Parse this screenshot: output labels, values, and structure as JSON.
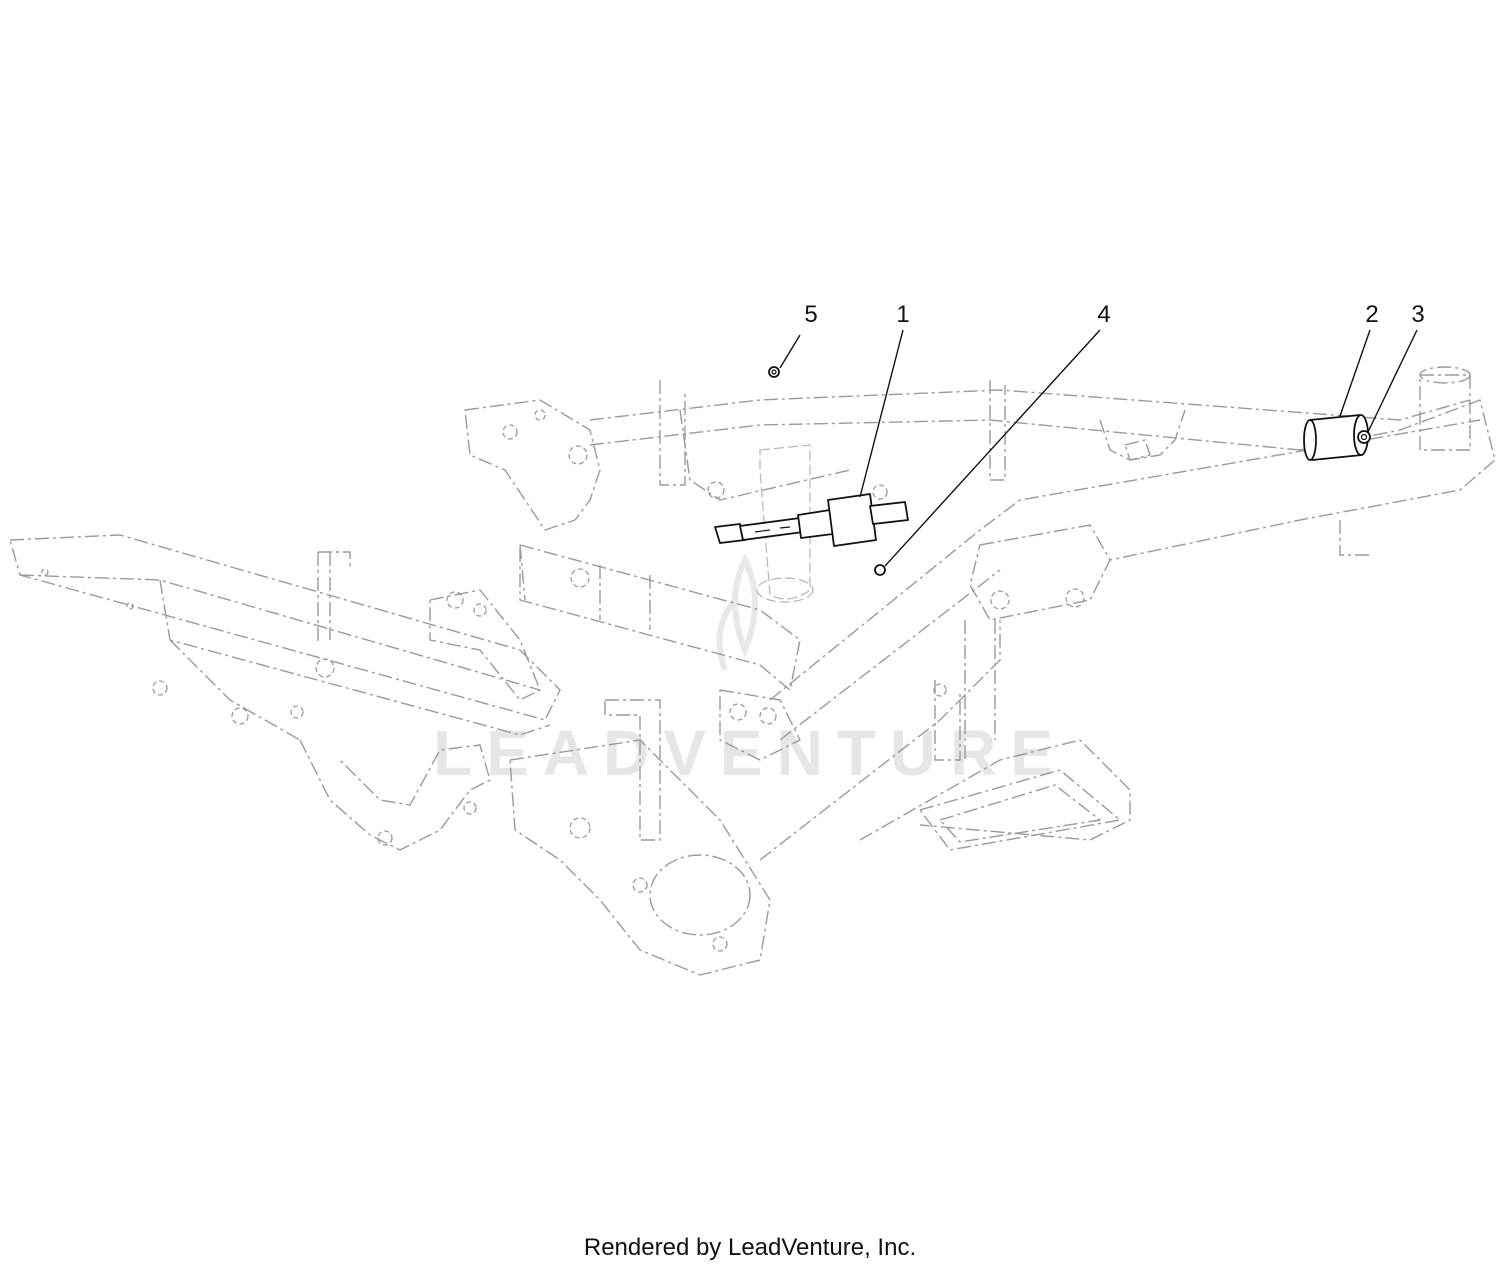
{
  "callouts": [
    {
      "label": "5"
    },
    {
      "label": "1"
    },
    {
      "label": "4"
    },
    {
      "label": "2"
    },
    {
      "label": "3"
    }
  ],
  "watermark": "LEADVENTURE",
  "footer": "Rendered by LeadVenture, Inc."
}
